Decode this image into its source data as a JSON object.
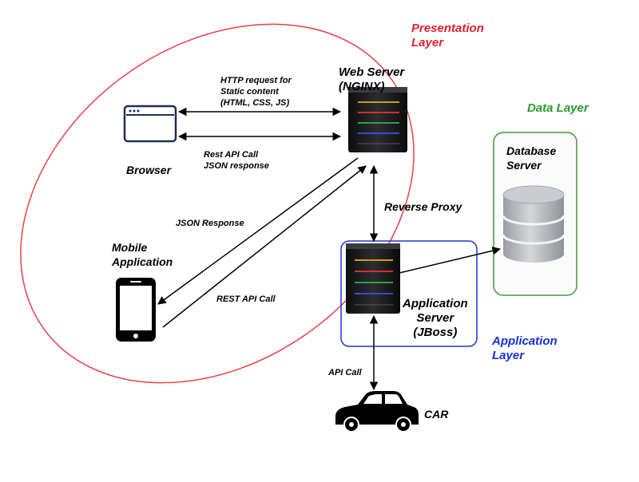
{
  "layers": {
    "presentation": {
      "line1": "Presentation",
      "line2": "Layer",
      "color": "#e02030"
    },
    "data": {
      "label": "Data Layer",
      "color": "#2a9a2a"
    },
    "application": {
      "line1": "Application",
      "line2": "Layer",
      "color": "#1530d8"
    }
  },
  "nodes": {
    "web_server": {
      "line1": "Web Server",
      "line2": "(NGINX)",
      "icon": "server-rack-icon"
    },
    "browser": {
      "label": "Browser",
      "icon": "browser-window-icon"
    },
    "mobile": {
      "line1": "Mobile",
      "line2": "Application",
      "icon": "smartphone-icon"
    },
    "database": {
      "line1": "Database",
      "line2": "Server",
      "icon": "database-cylinder-icon"
    },
    "app_server": {
      "line1": "Application",
      "line2": "Server",
      "line3": "(JBoss)",
      "icon": "server-rack-icon"
    },
    "car": {
      "label": "CAR",
      "icon": "car-icon"
    }
  },
  "connections": {
    "http_request": {
      "line1": "HTTP request for",
      "line2": "Static content",
      "line3": "(HTML, CSS, JS)"
    },
    "rest_api": {
      "line1": "Rest API Call",
      "line2": "JSON response"
    },
    "json_response": "JSON Response",
    "rest_api_call": "REST API Call",
    "reverse_proxy": "Reverse Proxy",
    "api_call": "API Call"
  }
}
